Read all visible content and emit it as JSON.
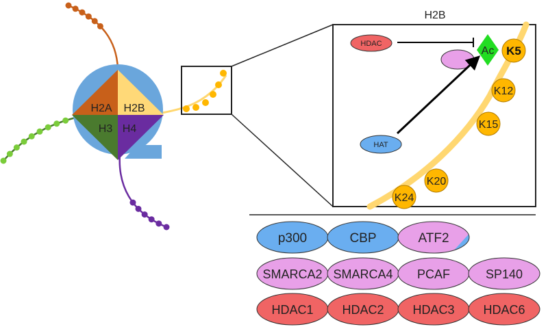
{
  "nucleosome": {
    "quadrants": [
      {
        "label": "H2A",
        "color": "#c8601a"
      },
      {
        "label": "H2B",
        "color": "#ffd978"
      },
      {
        "label": "H3",
        "color": "#4a7a2e"
      },
      {
        "label": "H4",
        "color": "#6a2ca0"
      }
    ],
    "core_color": "#6aa6dc"
  },
  "zoom": {
    "title": "H2B",
    "tail_color": "#ffd770",
    "residue_color": "#ffb700",
    "residues": [
      "K5",
      "K12",
      "K15",
      "K20",
      "K24"
    ],
    "acetyl": {
      "label": "Ac",
      "color": "#22dd22"
    },
    "hdac": {
      "label": "HDAC",
      "color": "#f06464"
    },
    "hat": {
      "label": "HAT",
      "color": "#6aaef0"
    },
    "reader_color": "#e8a0e8"
  },
  "proteins": {
    "rows": [
      [
        {
          "label": "p300",
          "color": "#6aaef0"
        },
        {
          "label": "CBP",
          "color": "#6aaef0"
        },
        {
          "label": "ATF2",
          "color": "#e8a0e8",
          "split_color": "#6aaef0"
        }
      ],
      [
        {
          "label": "SMARCA2",
          "color": "#e8a0e8"
        },
        {
          "label": "SMARCA4",
          "color": "#e8a0e8"
        },
        {
          "label": "PCAF",
          "color": "#e8a0e8"
        },
        {
          "label": "SP140",
          "color": "#e8a0e8"
        }
      ],
      [
        {
          "label": "HDAC1",
          "color": "#f06464"
        },
        {
          "label": "HDAC2",
          "color": "#f06464"
        },
        {
          "label": "HDAC3",
          "color": "#f06464"
        },
        {
          "label": "HDAC6",
          "color": "#f06464"
        }
      ]
    ]
  }
}
